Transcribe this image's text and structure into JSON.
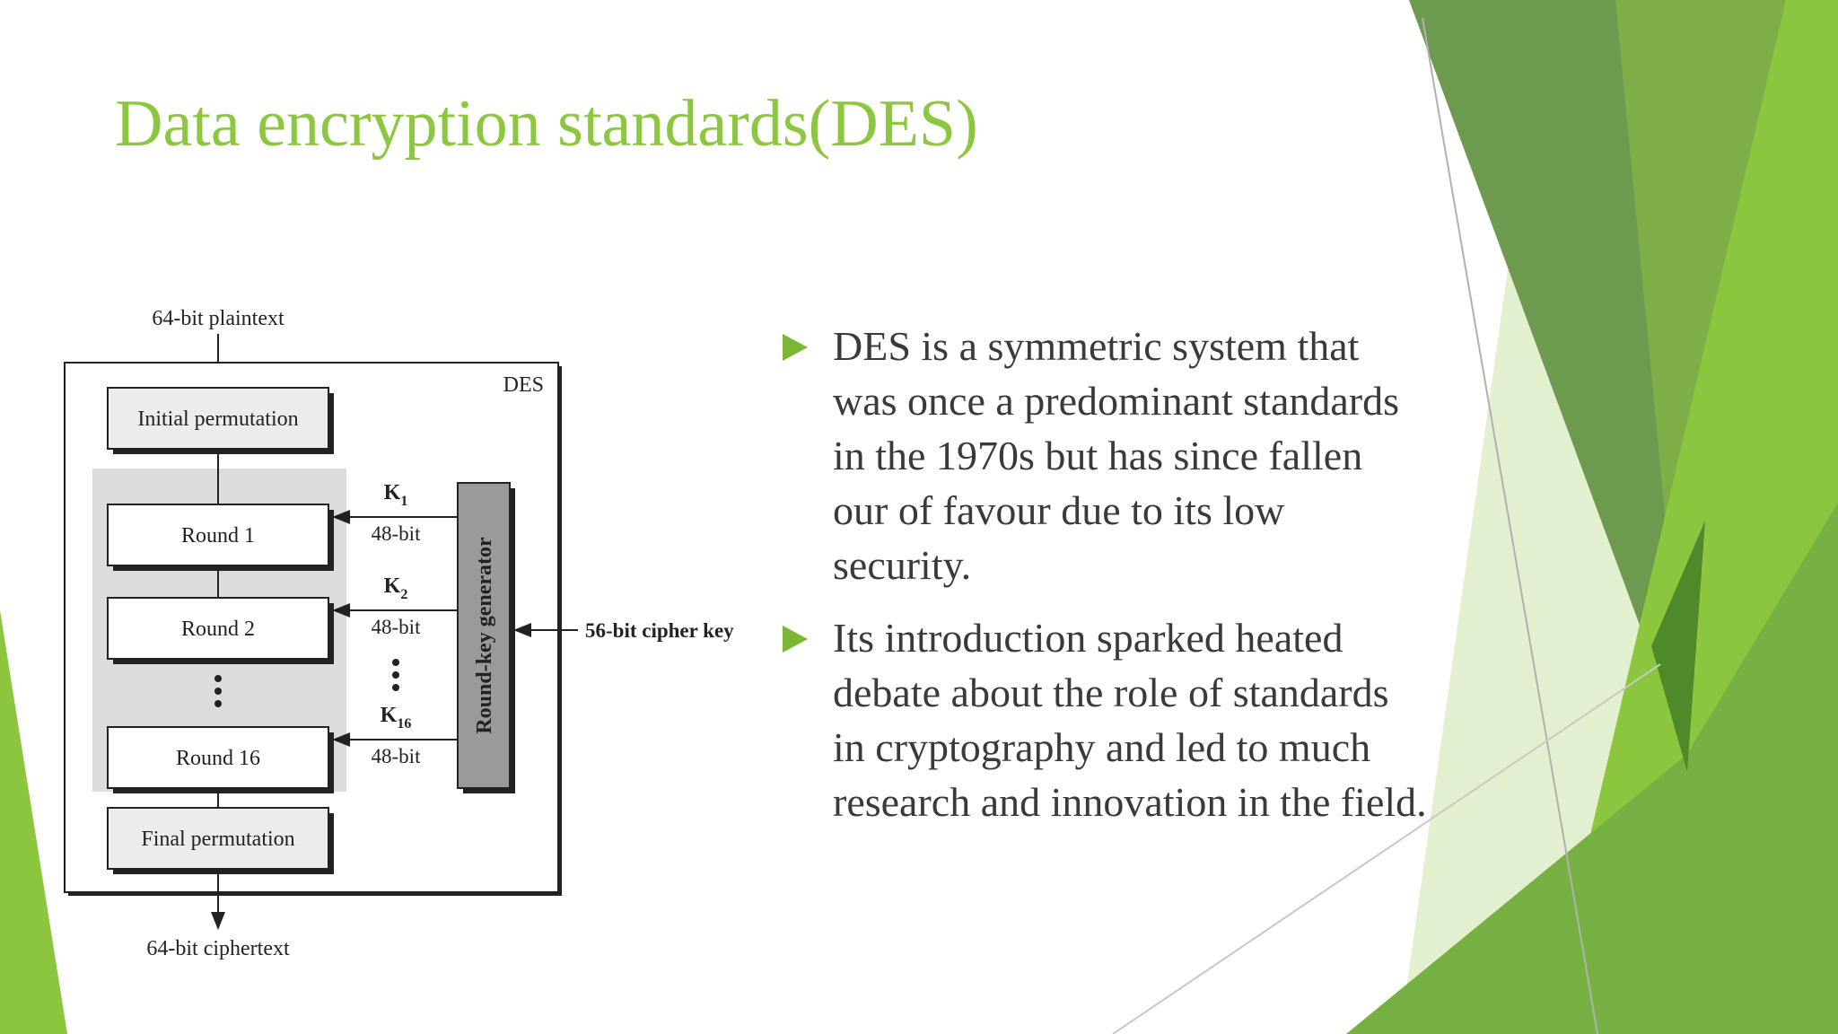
{
  "slide": {
    "title": "Data encryption standards(DES)",
    "bullets": [
      "DES is a symmetric system that was once a predominant standards in the 1970s but has since fallen our of favour due to its low security.",
      "Its introduction sparked heated debate about the role of standards in cryptography and led to much research and innovation in the field."
    ]
  },
  "diagram": {
    "input_label": "64-bit plaintext",
    "output_label": "64-bit ciphertext",
    "frame_label": "DES",
    "initial_permutation": "Initial permutation",
    "final_permutation": "Final permutation",
    "rounds": [
      "Round 1",
      "Round 2",
      "Round 16"
    ],
    "keys": [
      {
        "name": "K",
        "sub": "1",
        "bits": "48-bit"
      },
      {
        "name": "K",
        "sub": "2",
        "bits": "48-bit"
      },
      {
        "name": "K",
        "sub": "16",
        "bits": "48-bit"
      }
    ],
    "key_generator": "Round-key generator",
    "cipher_key": "56-bit cipher key"
  },
  "theme": {
    "title_color": "#8dc63f",
    "accent_greens": [
      "#8dc63f",
      "#76b043",
      "#5f9a3a",
      "#4e8a2a",
      "#c9e3a3"
    ],
    "bullet_icon": "triangle-right-icon"
  }
}
